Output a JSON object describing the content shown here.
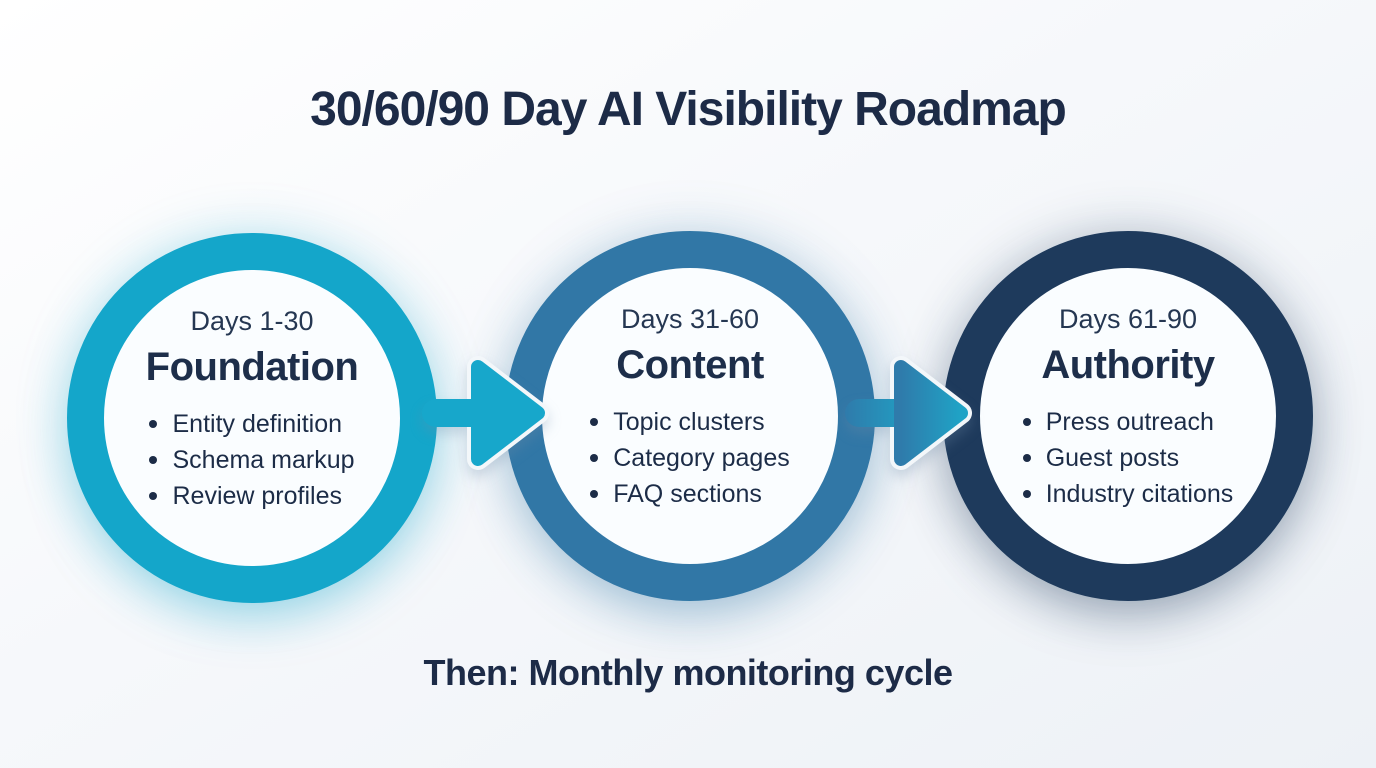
{
  "title": {
    "text": "30/60/90 Day AI Visibility Roadmap"
  },
  "stages": [
    {
      "days": "Days 1-30",
      "name": "Foundation",
      "items": [
        "Entity definition",
        "Schema markup",
        "Review profiles"
      ],
      "ring_color": "#14a6ca"
    },
    {
      "days": "Days 31-60",
      "name": "Content",
      "items": [
        "Topic clusters",
        "Category pages",
        "FAQ sections"
      ],
      "ring_color": "#3177a6"
    },
    {
      "days": "Days 61-90",
      "name": "Authority",
      "items": [
        "Press outreach",
        "Guest posts",
        "Industry citations"
      ],
      "ring_color": "#1e3a5c"
    }
  ],
  "arrows": [
    {
      "name": "arrow-foundation-to-content",
      "color_start": "#17a7cb",
      "color_end": "#17a7cb"
    },
    {
      "name": "arrow-content-to-authority",
      "color_start": "#2f7bab",
      "color_end": "#1fa3c6"
    }
  ],
  "footer": {
    "text": "Then: Monthly monitoring cycle"
  },
  "colors": {
    "background_top": "#ffffff",
    "background_bottom": "#edf1f6",
    "title_text": "#1d2b47",
    "body_text": "#1c2c47",
    "inner_circle": "#fafdff",
    "arrow_halo": "#f3f7fa"
  }
}
